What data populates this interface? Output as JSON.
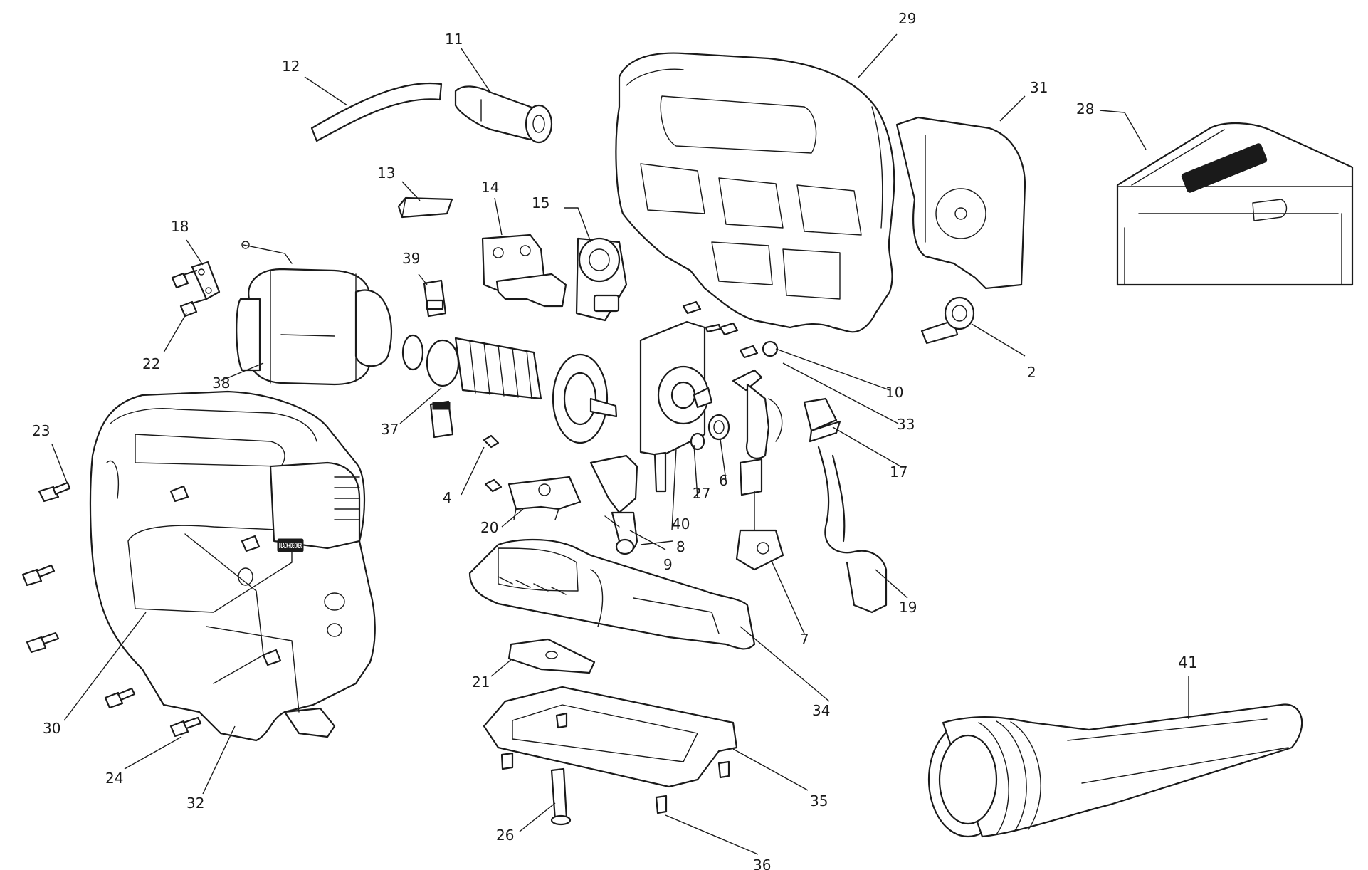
{
  "parts": [
    {
      "id": "p2",
      "label": "2"
    },
    {
      "id": "p4",
      "label": "4"
    },
    {
      "id": "p6",
      "label": "6"
    },
    {
      "id": "p7",
      "label": "7"
    },
    {
      "id": "p8",
      "label": "8"
    },
    {
      "id": "p9",
      "label": "9"
    },
    {
      "id": "p10",
      "label": "10"
    },
    {
      "id": "p11",
      "label": "11"
    },
    {
      "id": "p12",
      "label": "12"
    },
    {
      "id": "p13",
      "label": "13"
    },
    {
      "id": "p14",
      "label": "14"
    },
    {
      "id": "p15",
      "label": "15"
    },
    {
      "id": "p17",
      "label": "17"
    },
    {
      "id": "p18",
      "label": "18"
    },
    {
      "id": "p19",
      "label": "19"
    },
    {
      "id": "p20",
      "label": "20"
    },
    {
      "id": "p21",
      "label": "21"
    },
    {
      "id": "p22",
      "label": "22"
    },
    {
      "id": "p23",
      "label": "23"
    },
    {
      "id": "p24",
      "label": "24"
    },
    {
      "id": "p26",
      "label": "26"
    },
    {
      "id": "p27",
      "label": "27"
    },
    {
      "id": "p28",
      "label": "28"
    },
    {
      "id": "p29",
      "label": "29"
    },
    {
      "id": "p30",
      "label": "30"
    },
    {
      "id": "p31",
      "label": "31"
    },
    {
      "id": "p32",
      "label": "32"
    },
    {
      "id": "p33",
      "label": "33"
    },
    {
      "id": "p34",
      "label": "34"
    },
    {
      "id": "p35",
      "label": "35"
    },
    {
      "id": "p36",
      "label": "36"
    },
    {
      "id": "p37",
      "label": "37"
    },
    {
      "id": "p38",
      "label": "38"
    },
    {
      "id": "p39",
      "label": "39"
    },
    {
      "id": "p40",
      "label": "40"
    },
    {
      "id": "p41",
      "label": "41"
    }
  ],
  "brand": {
    "logo_text": "BLACK+DECKER"
  }
}
